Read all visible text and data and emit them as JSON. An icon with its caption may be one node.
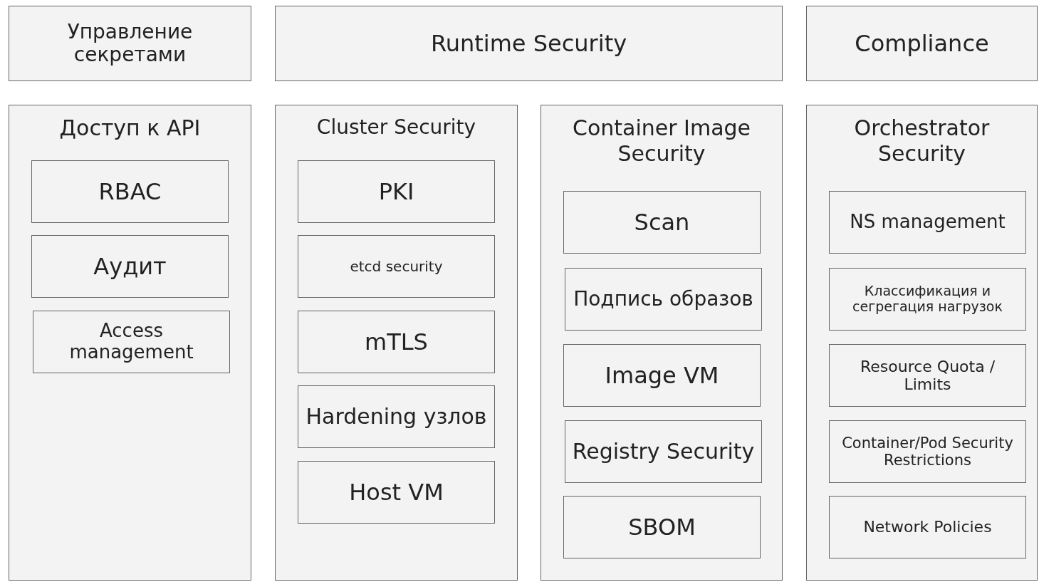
{
  "diagram": {
    "nodes": [
      {
        "text": [
          "Управление секретами"
        ]
      },
      {
        "text": [
          "Runtime Security"
        ]
      },
      {
        "text": [
          "Compliance"
        ]
      },
      {
        "text": [
          "Доступ к API"
        ]
      },
      {
        "text": [
          "RBAC"
        ],
        "in": 3
      },
      {
        "text": [
          "Аудит"
        ],
        "in": 3
      },
      {
        "text": [
          "Access management"
        ],
        "in": 3
      },
      {
        "text": [
          "Cluster Security"
        ]
      },
      {
        "text": [
          "PKI"
        ],
        "in": 7
      },
      {
        "text": [
          "etcd security"
        ],
        "in": 7
      },
      {
        "text": [
          "mTLS"
        ],
        "in": 7
      },
      {
        "text": [
          "Hardening узлов"
        ],
        "in": 7
      },
      {
        "text": [
          "Host VM"
        ],
        "in": 7
      },
      {
        "text": [
          "Container Image Security"
        ]
      },
      {
        "text": [
          "Scan"
        ],
        "in": 13
      },
      {
        "text": [
          "Подпись образов"
        ],
        "in": 13
      },
      {
        "text": [
          "Image VM"
        ],
        "in": 13
      },
      {
        "text": [
          "Registry Security"
        ],
        "in": 13
      },
      {
        "text": [
          "SBOM"
        ],
        "in": 13
      },
      {
        "text": [
          "Orchestrator Security"
        ]
      },
      {
        "text": [
          "NS management"
        ],
        "in": 19
      },
      {
        "text": [
          "Классификация и сегрегация нагрузок"
        ],
        "in": 19
      },
      {
        "text": [
          "Resource Quota / Limits"
        ],
        "in": 19
      },
      {
        "text": [
          "Container/Pod Security Restrictions"
        ],
        "in": 19
      },
      {
        "text": [
          "Network Policies"
        ],
        "in": 19
      }
    ],
    "edges": []
  }
}
